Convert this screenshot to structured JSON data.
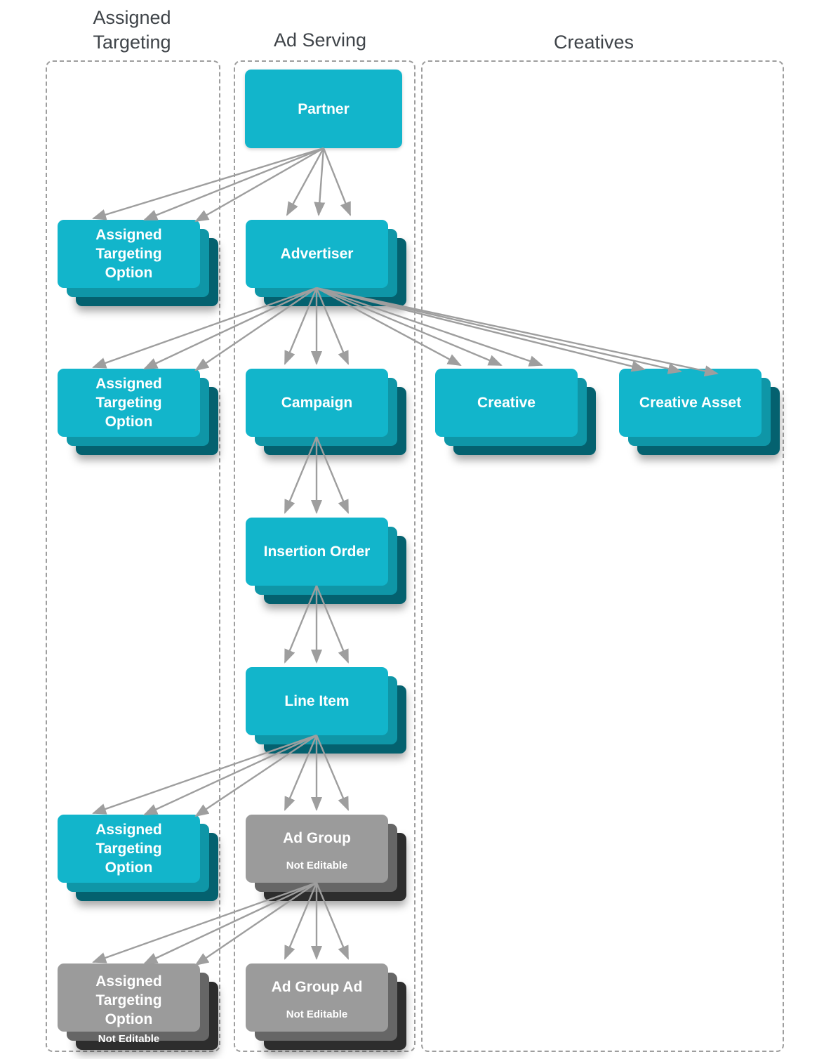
{
  "headers": {
    "assigned_targeting": "Assigned\nTargeting",
    "ad_serving": "Ad Serving",
    "creatives": "Creatives"
  },
  "colors": {
    "cyan": "#12b5cb",
    "cyan_mid": "#0f96a7",
    "cyan_dark": "#04616f",
    "gray": "#9b9b9b",
    "gray_mid": "#666666",
    "gray_dark": "#2d2d2d",
    "arrow": "#9e9e9e",
    "header_text": "#3f4449",
    "dash": "#9e9e9e"
  },
  "nodes": {
    "partner": {
      "label": "Partner",
      "column": "Ad Serving",
      "stacked": false,
      "editable": true
    },
    "ato_partner": {
      "label": "Assigned Targeting Option",
      "column": "Assigned Targeting",
      "stacked": true,
      "editable": true
    },
    "advertiser": {
      "label": "Advertiser",
      "column": "Ad Serving",
      "stacked": true,
      "editable": true
    },
    "ato_advertiser": {
      "label": "Assigned Targeting Option",
      "column": "Assigned Targeting",
      "stacked": true,
      "editable": true
    },
    "campaign": {
      "label": "Campaign",
      "column": "Ad Serving",
      "stacked": true,
      "editable": true
    },
    "creative": {
      "label": "Creative",
      "column": "Creatives",
      "stacked": true,
      "editable": true
    },
    "creative_asset": {
      "label": "Creative Asset",
      "column": "Creatives",
      "stacked": true,
      "editable": true
    },
    "insertion_order": {
      "label": "Insertion Order",
      "column": "Ad Serving",
      "stacked": true,
      "editable": true
    },
    "line_item": {
      "label": "Line Item",
      "column": "Ad Serving",
      "stacked": true,
      "editable": true
    },
    "ato_line_item": {
      "label": "Assigned Targeting Option",
      "column": "Assigned Targeting",
      "stacked": true,
      "editable": true
    },
    "ad_group": {
      "label": "Ad Group",
      "sublabel": "Not Editable",
      "column": "Ad Serving",
      "stacked": true,
      "editable": false
    },
    "ato_ad_group": {
      "label": "Assigned Targeting Option",
      "sublabel": "Not Editable",
      "column": "Assigned Targeting",
      "stacked": true,
      "editable": false
    },
    "ad_group_ad": {
      "label": "Ad Group Ad",
      "sublabel": "Not Editable",
      "column": "Ad Serving",
      "stacked": true,
      "editable": false
    }
  },
  "edges": [
    {
      "from": "partner",
      "to": "ato_partner"
    },
    {
      "from": "partner",
      "to": "advertiser"
    },
    {
      "from": "advertiser",
      "to": "ato_advertiser"
    },
    {
      "from": "advertiser",
      "to": "campaign"
    },
    {
      "from": "advertiser",
      "to": "creative"
    },
    {
      "from": "advertiser",
      "to": "creative_asset"
    },
    {
      "from": "campaign",
      "to": "insertion_order"
    },
    {
      "from": "insertion_order",
      "to": "line_item"
    },
    {
      "from": "line_item",
      "to": "ato_line_item"
    },
    {
      "from": "line_item",
      "to": "ad_group"
    },
    {
      "from": "ad_group",
      "to": "ato_ad_group"
    },
    {
      "from": "ad_group",
      "to": "ad_group_ad"
    }
  ]
}
